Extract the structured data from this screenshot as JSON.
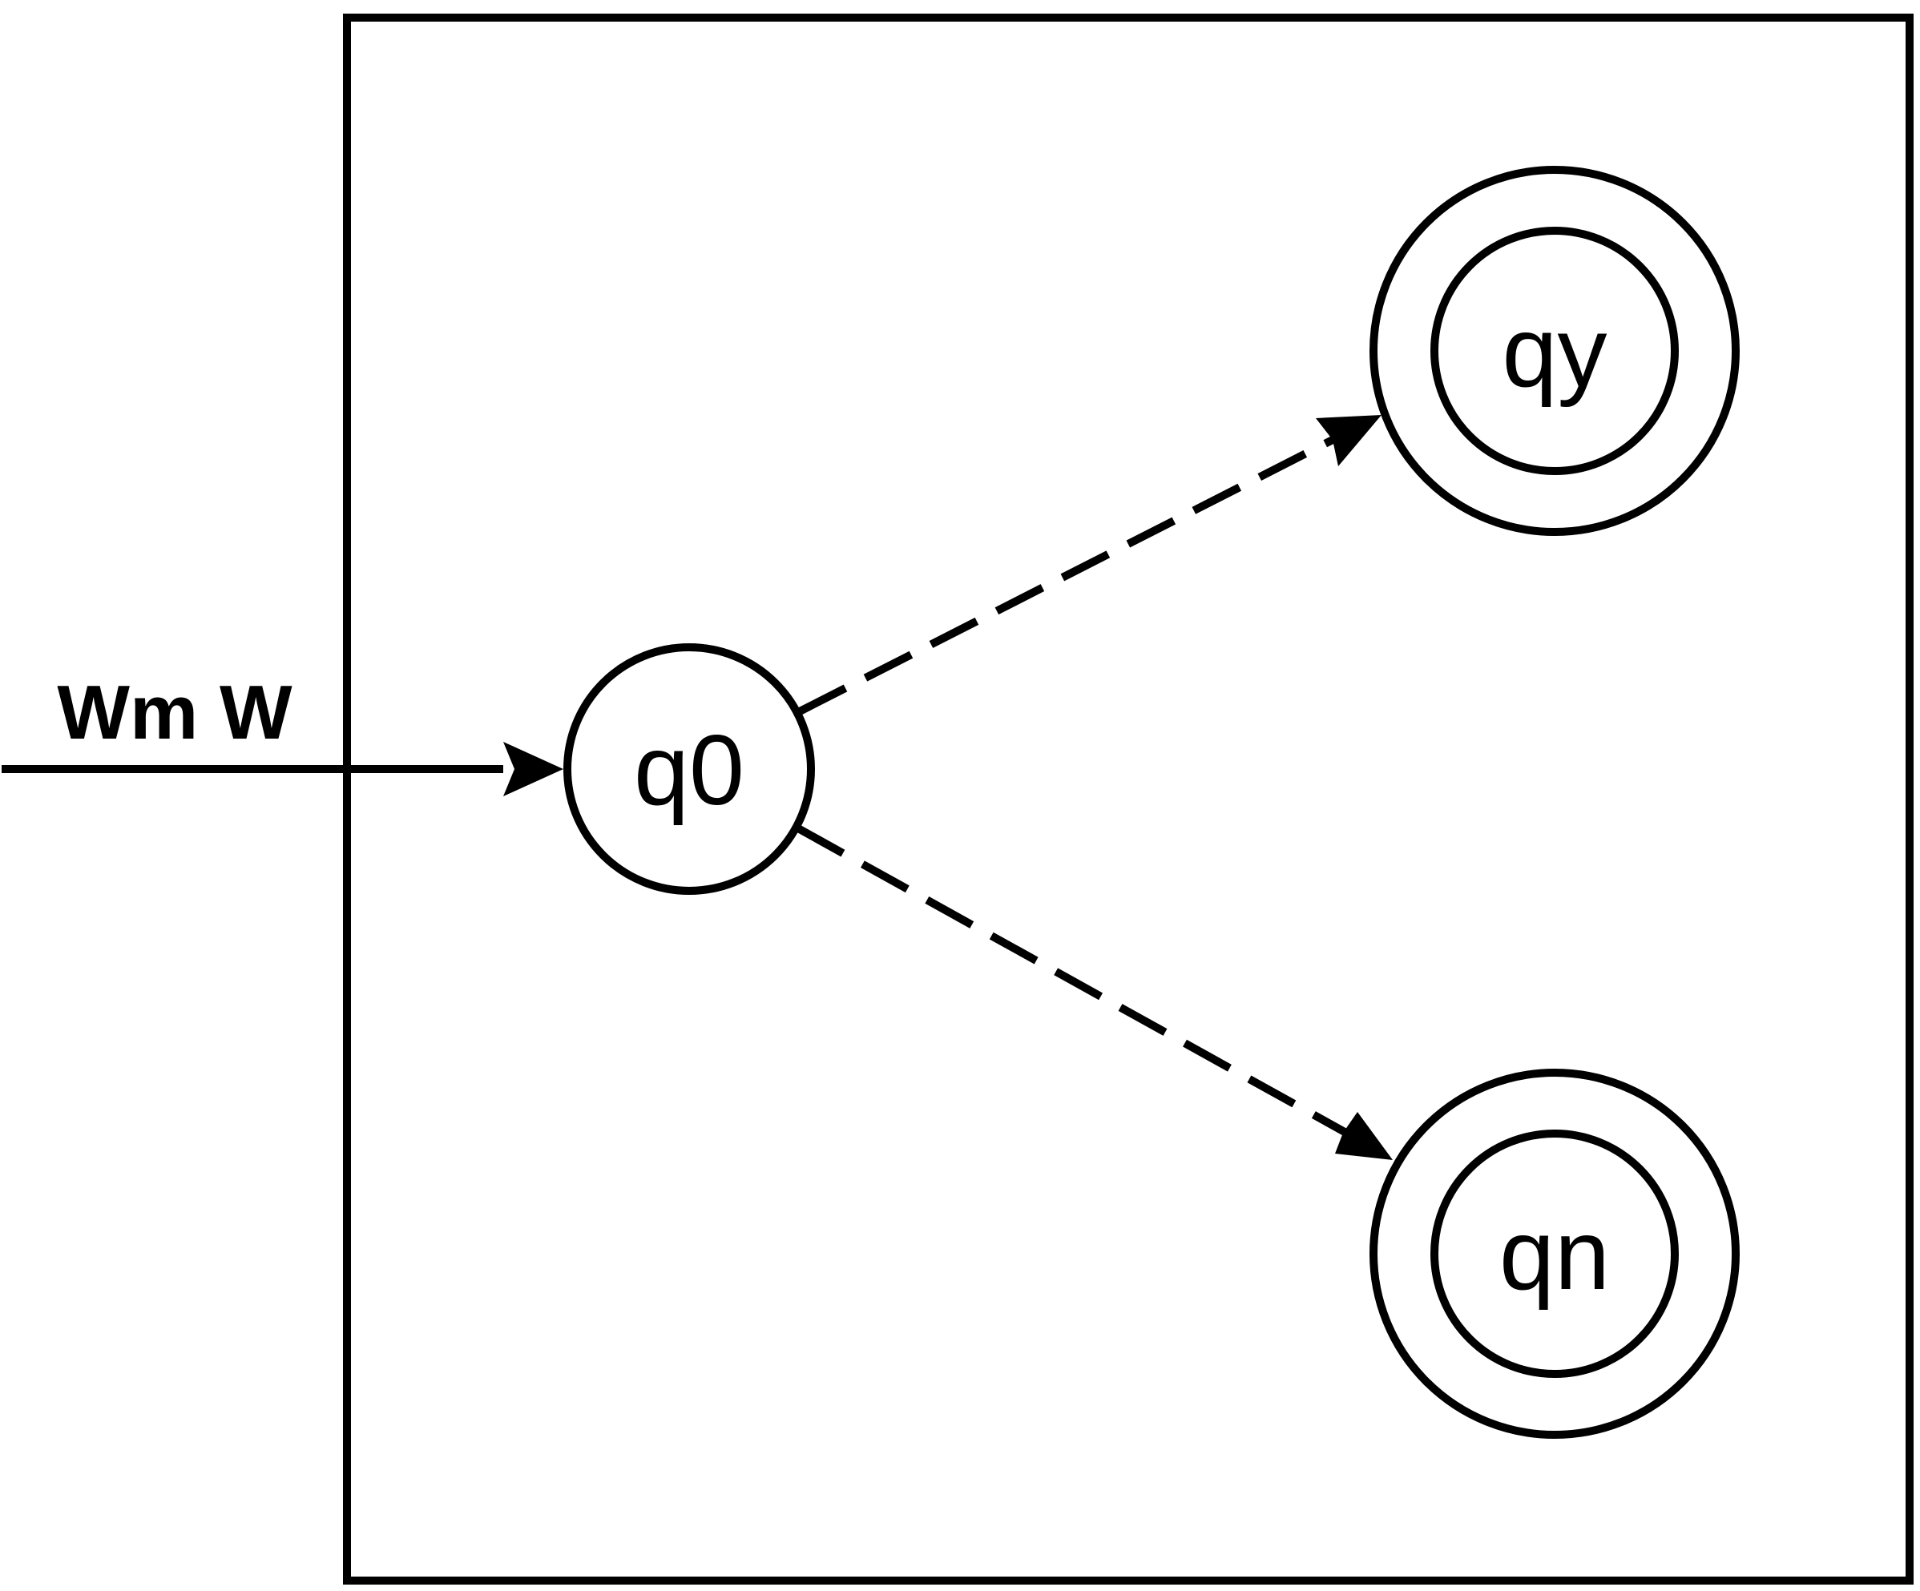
{
  "input": {
    "label": "Wm W"
  },
  "states": [
    {
      "id": "q0",
      "label": "q0",
      "accepting": false
    },
    {
      "id": "qy",
      "label": "qy",
      "accepting": true
    },
    {
      "id": "qn",
      "label": "qn",
      "accepting": true
    }
  ],
  "transitions": [
    {
      "from": "input",
      "to": "q0",
      "style": "solid"
    },
    {
      "from": "q0",
      "to": "qy",
      "style": "dashed"
    },
    {
      "from": "q0",
      "to": "qn",
      "style": "dashed"
    }
  ],
  "colors": {
    "stroke": "#000000",
    "background": "#ffffff"
  }
}
